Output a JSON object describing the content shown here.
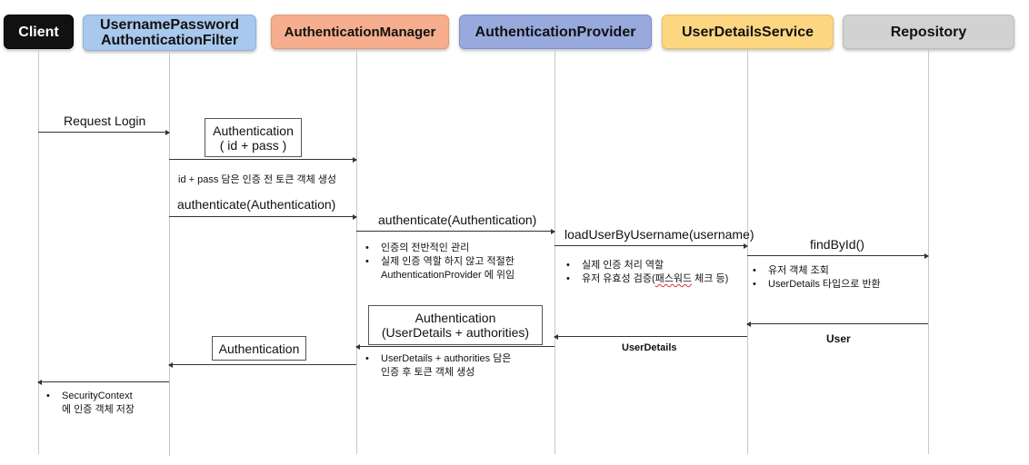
{
  "actors": [
    {
      "id": "client",
      "line1": "Client",
      "line2": "",
      "bg": "#111111",
      "fg": "#ffffff",
      "border": "#000000"
    },
    {
      "id": "filter",
      "line1": "UsernamePassword",
      "line2": "AuthenticationFilter",
      "bg": "#a9c8ee",
      "fg": "#1b1b1b",
      "border": "#8fb3de"
    },
    {
      "id": "manager",
      "line1": "AuthenticationManager",
      "line2": "",
      "bg": "#f6ae8f",
      "fg": "#1b1b1b",
      "border": "#e09877"
    },
    {
      "id": "provider",
      "line1": "AuthenticationProvider",
      "line2": "",
      "bg": "#98a9de",
      "fg": "#1b1b1b",
      "border": "#7e91cc"
    },
    {
      "id": "uds",
      "line1": "UserDetailsService",
      "line2": "",
      "bg": "#fdd682",
      "fg": "#1b1b1b",
      "border": "#e8be62"
    },
    {
      "id": "repo",
      "line1": "Repository",
      "line2": "",
      "bg": "#d2d2d2",
      "fg": "#1b1b1b",
      "border": "#bdbdbd"
    }
  ],
  "messages": {
    "request_login": "Request Login",
    "token_create": "id + pass 담은 인증 전 토큰 객체 생성",
    "authenticate_1": "authenticate(Authentication)",
    "authenticate_2": "authenticate(Authentication)",
    "load_user": "loadUserByUsername(username)",
    "find_by_id": "findById()",
    "user": "User",
    "user_details": "UserDetails"
  },
  "boxes": {
    "auth_id_pass": {
      "line1": "Authentication",
      "line2": "( id + pass )"
    },
    "auth_userdetails": {
      "line1": "Authentication",
      "line2": "(UserDetails +   authorities)"
    },
    "auth_return": {
      "line1": "Authentication"
    }
  },
  "notes": {
    "manager": {
      "item1": "인증의 전반적인 관리",
      "item2": "실제 인증 역할 하지 않고 적절한",
      "item2b": "AuthenticationProvider 에 위임"
    },
    "provider": {
      "item1": "실제 인증 처리 역할",
      "item2_pre": "유저 유효성 검증(",
      "item2_mid": "패스워드",
      "item2_post": " 체크 등)"
    },
    "uds": {
      "item1": "유저 객체 조회",
      "item2": "UserDetails 타입으로 반환"
    },
    "manager_return": {
      "item1": "UserDetails +   authorities 담은",
      "item1b": "인증 후 토큰 객체 생성"
    },
    "client": {
      "item1": "SecurityContext",
      "item1b": "에 인증 객체 저장"
    }
  }
}
